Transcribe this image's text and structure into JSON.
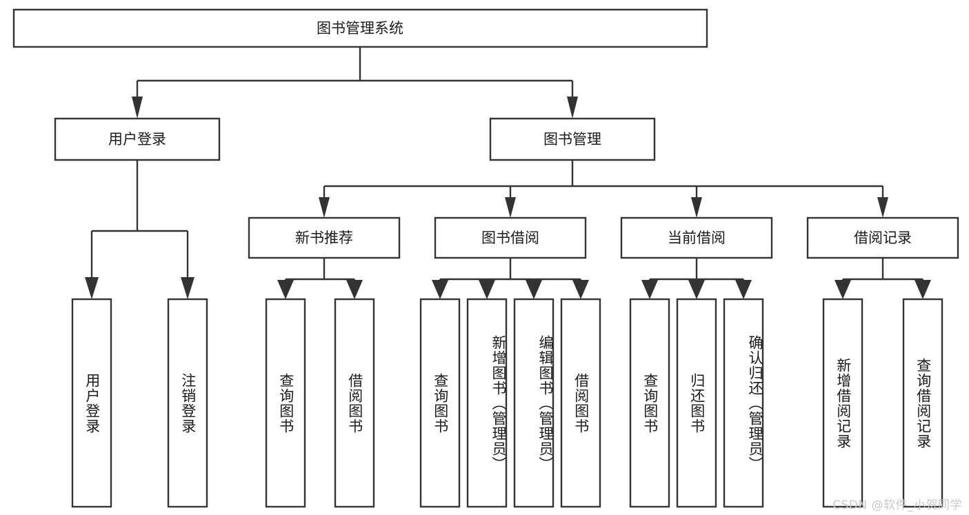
{
  "diagram": {
    "type": "tree-hierarchy",
    "title": "图书管理系统",
    "watermark": "CSDN @软件_小贺同学",
    "colors": {
      "box_stroke": "#333333",
      "box_fill": "#ffffff",
      "connector": "#333333",
      "text": "#1a1a1a",
      "watermark": "#c9c9c9",
      "background": "#ffffff"
    },
    "root": {
      "label": "图书管理系统"
    },
    "level2": [
      {
        "label": "用户登录"
      },
      {
        "label": "图书管理"
      }
    ],
    "level3": [
      {
        "label": "新书推荐"
      },
      {
        "label": "图书借阅"
      },
      {
        "label": "当前借阅"
      },
      {
        "label": "借阅记录"
      }
    ],
    "leaves": {
      "user_login": [
        {
          "label": "用户登录"
        },
        {
          "label": "注销登录"
        }
      ],
      "new_book_recommend": [
        {
          "label": "查询图书"
        },
        {
          "label": "借阅图书"
        }
      ],
      "book_borrow": [
        {
          "label": "查询图书"
        },
        {
          "label": "新增图书（管理员）"
        },
        {
          "label": "编辑图书（管理员）"
        },
        {
          "label": "借阅图书"
        }
      ],
      "current_borrow": [
        {
          "label": "查询图书"
        },
        {
          "label": "归还图书"
        },
        {
          "label": "确认归还（管理员）"
        }
      ],
      "borrow_record": [
        {
          "label": "新增借阅记录"
        },
        {
          "label": "查询借阅记录"
        }
      ]
    }
  }
}
